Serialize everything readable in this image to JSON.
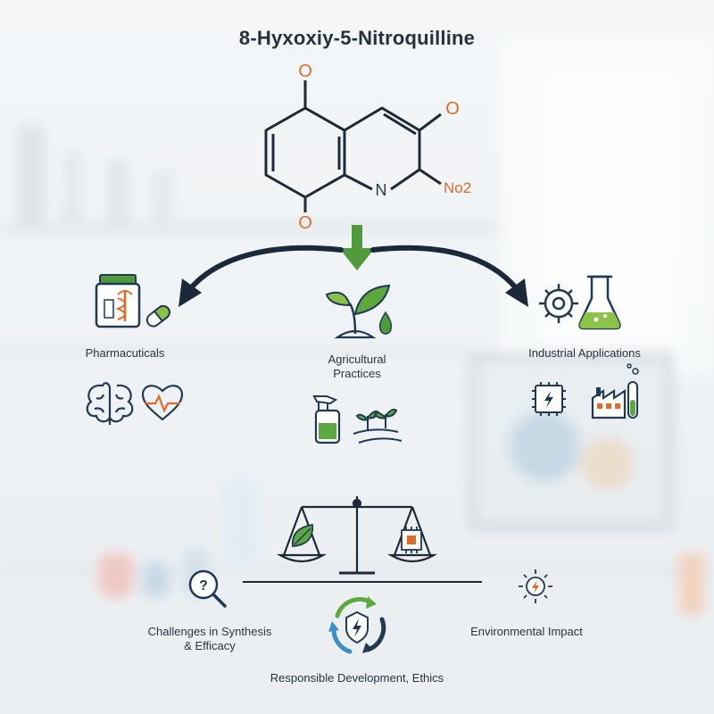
{
  "title": "8-Hyxoxiy-5-Nitroquilline",
  "molecule": {
    "atom_o_top": "O",
    "atom_o_right": "O",
    "atom_o_bottom": "O",
    "atom_n": "N",
    "group_no2": "No2"
  },
  "branches": {
    "pharma": {
      "label": "Pharmacuticals"
    },
    "agri": {
      "label_line1": "Agricultural",
      "label_line2": "Practices"
    },
    "industrial": {
      "label": "Industrial Applications"
    }
  },
  "bottom": {
    "challenges_line1": "Challenges in Synthesis",
    "challenges_line2": "& Efficacy",
    "environmental": "Environmental Impact",
    "responsible": "Responsible Development, Ethics"
  },
  "colors": {
    "navy": "#1f3a52",
    "orange": "#e06a2a",
    "green": "#4f9a3a",
    "blue": "#3a8fc7"
  }
}
